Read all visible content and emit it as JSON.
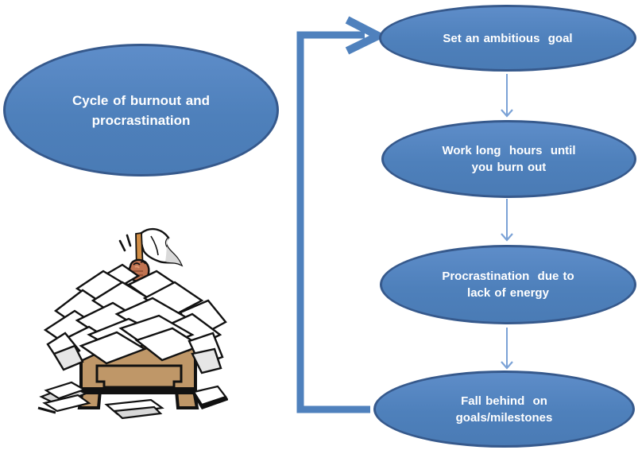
{
  "diagram": {
    "title_ellipse": {
      "text": "Cycle of burnout and\nprocrastination"
    },
    "cycle_steps": [
      {
        "id": "step-1",
        "text": "Set an ambitious  goal"
      },
      {
        "id": "step-2",
        "text": "Work long  hours  until\nyou burn out"
      },
      {
        "id": "step-3",
        "text": "Procrastination  due to\nlack of energy"
      },
      {
        "id": "step-4",
        "text": "Fall behind  on\ngoals/milestones"
      }
    ],
    "colors": {
      "ellipse_fill": "#4e80bb",
      "ellipse_border": "#36598c",
      "text": "#ffffff",
      "connector": "#7ba2d6",
      "loop_arrow": "#4f81bd"
    },
    "illustration": {
      "name": "desk-buried-in-papers-with-white-flag",
      "desk_color": "#bf9768",
      "flag_pole_color": "#d28e46",
      "hand_color": "#c07351",
      "sleeve_color": "#1a2230",
      "paper_color": "#ffffff",
      "outline_color": "#111111"
    }
  }
}
